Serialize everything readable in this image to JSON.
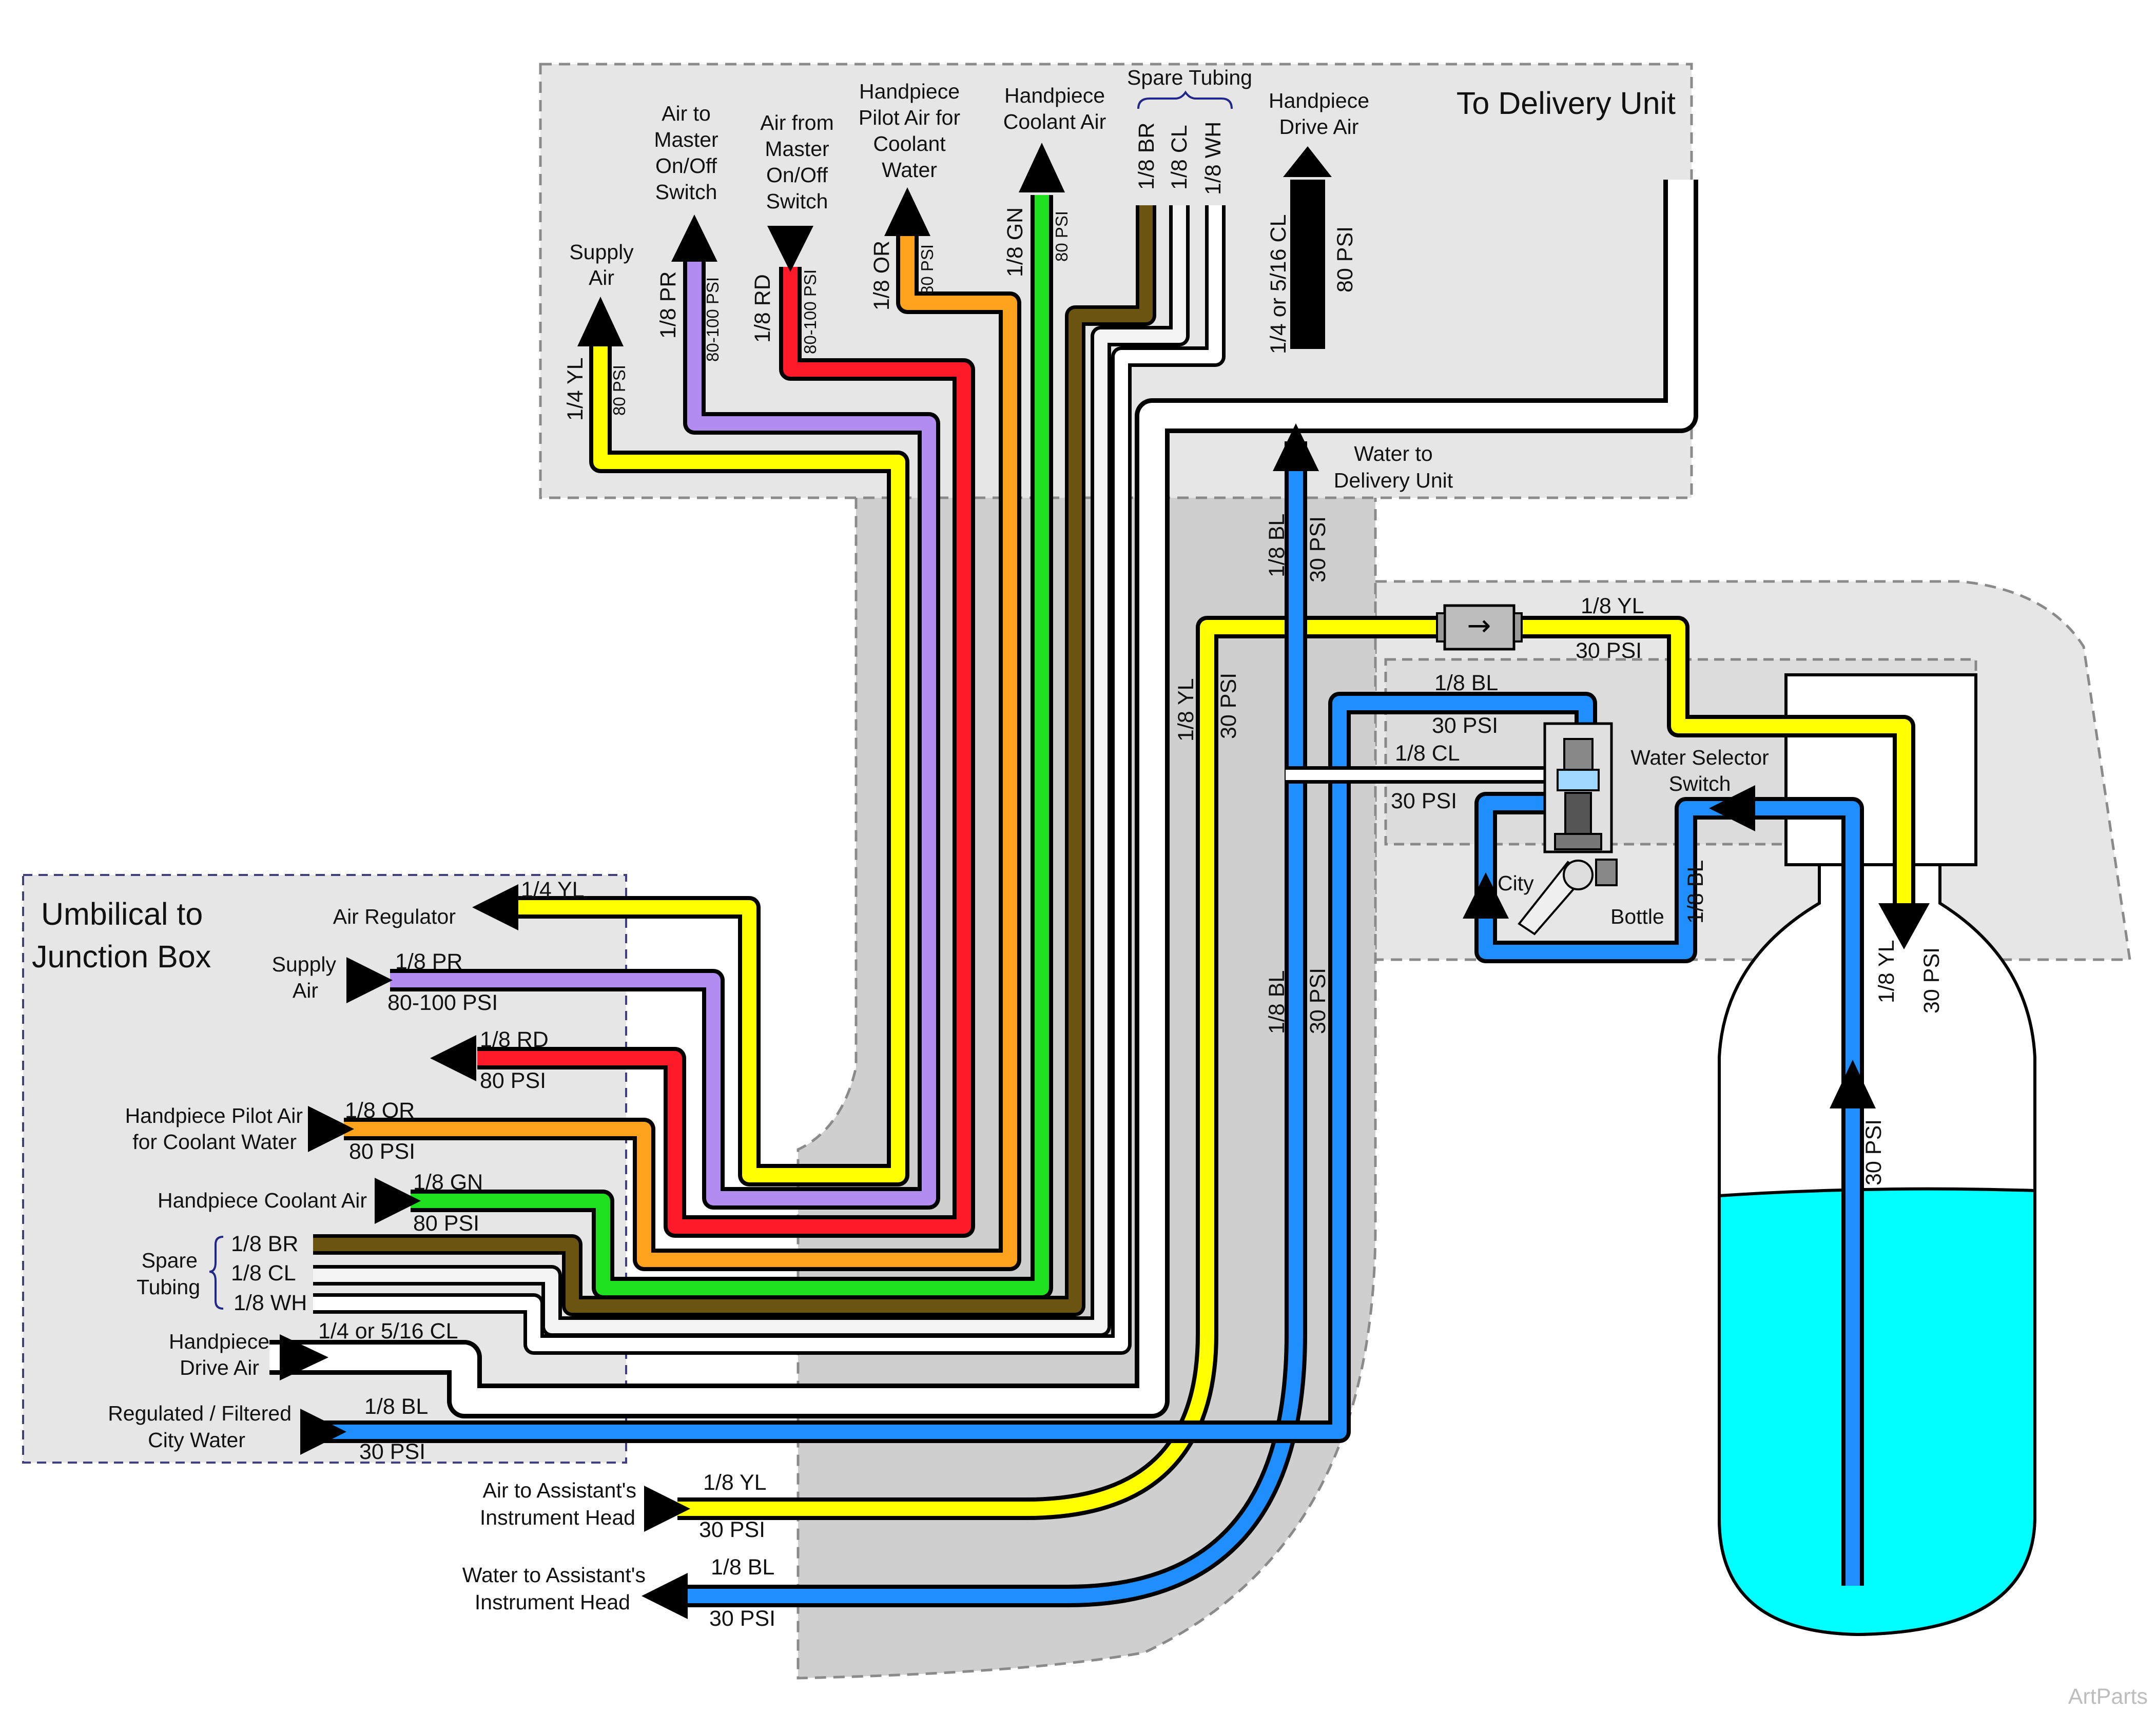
{
  "colors": {
    "yellow": "#ffff00",
    "purple": "#b28cf0",
    "red": "#ff1a2a",
    "orange": "#ffa21e",
    "green": "#1ee01e",
    "brown": "#6b5410",
    "white": "#ffffff",
    "blue": "#1f8fff",
    "water": "#00ffff",
    "panel": "#e6e6e6",
    "panel_dark": "#cfcfcf",
    "outline": "#000000"
  },
  "delivery_unit": {
    "title": "To Delivery Unit",
    "supply_air": [
      "Supply",
      "Air"
    ],
    "air_to_master": [
      "Air to",
      "Master",
      "On/Off",
      "Switch"
    ],
    "air_from_master": [
      "Air from",
      "Master",
      "On/Off",
      "Switch"
    ],
    "pilot_air": [
      "Handpiece",
      "Pilot Air for",
      "Coolant",
      "Water"
    ],
    "coolant_air": [
      "Handpiece",
      "Coolant Air"
    ],
    "spare_tubing": "Spare Tubing",
    "drive_air": [
      "Handpiece",
      "Drive Air"
    ],
    "water_to_delivery": [
      "Water to",
      "Delivery Unit"
    ]
  },
  "tube_labels_top": {
    "yl_size": "1/4 YL",
    "yl_psi": "80 PSI",
    "pr_size": "1/8 PR",
    "pr_psi": "80-100 PSI",
    "rd_size": "1/8 RD",
    "rd_psi": "80-100 PSI",
    "or_size": "1/8 OR",
    "or_psi": "80 PSI",
    "gn_size": "1/8 GN",
    "gn_psi": "80 PSI",
    "br_size": "1/8 BR",
    "cl_size": "1/8 CL",
    "wh_size": "1/8 WH",
    "drive_size": "1/4 or 5/16 CL",
    "drive_psi": "80 PSI"
  },
  "umbilical": {
    "title": [
      "Umbilical to",
      "Junction Box"
    ],
    "air_regulator": "Air Regulator",
    "supply_air": [
      "Supply",
      "Air"
    ],
    "pilot_air": [
      "Handpiece Pilot Air",
      "for Coolant Water"
    ],
    "coolant_air": "Handpiece Coolant Air",
    "spare_tubing": [
      "Spare",
      "Tubing"
    ],
    "drive_air": [
      "Handpiece",
      "Drive Air"
    ],
    "city_water": [
      "Regulated / Filtered",
      "City Water"
    ]
  },
  "tube_labels_left": {
    "yl_size": "1/4 YL",
    "pr_size": "1/8 PR",
    "pr_psi": "80-100 PSI",
    "rd_size": "1/8 RD",
    "rd_psi": "80 PSI",
    "or_size": "1/8 OR",
    "or_psi": "80 PSI",
    "gn_size": "1/8 GN",
    "gn_psi": "80 PSI",
    "br_size": "1/8 BR",
    "cl_size": "1/8 CL",
    "wh_size": "1/8 WH",
    "drive_size": "1/4 or 5/16 CL",
    "bl_size": "1/8 BL",
    "bl_psi": "30 PSI"
  },
  "assistant": {
    "air_label": [
      "Air to Assistant's",
      "Instrument Head"
    ],
    "air_size": "1/8 YL",
    "air_psi": "30 PSI",
    "water_label": [
      "Water to Assistant's",
      "Instrument Head"
    ],
    "water_size": "1/8 BL",
    "water_psi": "30 PSI"
  },
  "vertical_labels": {
    "bl_upper_size": "1/8 BL",
    "bl_upper_psi": "30 PSI",
    "yl_size": "1/8 YL",
    "yl_psi": "30 PSI",
    "bl_lower_size": "1/8 BL",
    "bl_lower_psi": "30 PSI"
  },
  "selector": {
    "title": [
      "Water Selector",
      "Switch"
    ],
    "city": "City",
    "bottle": "Bottle",
    "yl_size": "1/8 YL",
    "yl_psi": "30 PSI",
    "bl_size": "1/8 BL",
    "bl_psi": "30 PSI",
    "cl_size": "1/8 CL",
    "cl_psi": "30 PSI",
    "bl_right_size": "1/8 BL"
  },
  "bottle": {
    "yl_size": "1/8 YL",
    "yl_psi": "30 PSI",
    "bl_psi": "30 PSI"
  },
  "watermark": "ArtParts"
}
